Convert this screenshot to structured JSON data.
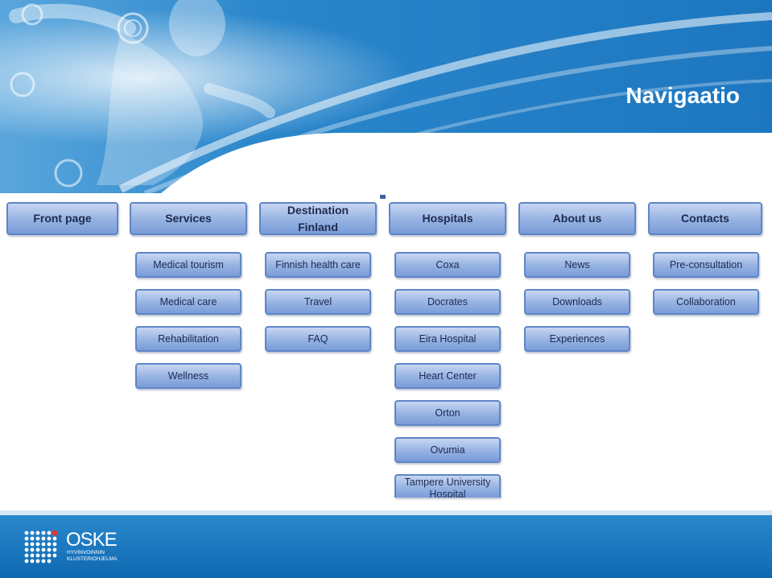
{
  "title": "Navigaatio",
  "columns": [
    {
      "label": "Front page",
      "items": []
    },
    {
      "label": "Services",
      "items": [
        "Medical tourism",
        "Medical care",
        "Rehabilitation",
        "Wellness"
      ]
    },
    {
      "label": "Destination Finland",
      "items": [
        "Finnish health care",
        "Travel",
        "FAQ"
      ]
    },
    {
      "label": "Hospitals",
      "items": [
        "Coxa",
        "Docrates",
        "Eira Hospital",
        "Heart Center",
        "Orton",
        "Ovumia",
        "Tampere University Hospital"
      ]
    },
    {
      "label": "About us",
      "items": [
        "News",
        "Downloads",
        "Experiences"
      ]
    },
    {
      "label": "Contacts",
      "items": [
        "Pre-consultation",
        "Collaboration"
      ]
    }
  ],
  "footer": {
    "logo_name": "OSKE",
    "logo_sub_1": "HYVINVOINNIN",
    "logo_sub_2": "KLUSTERIOHJELMA"
  },
  "colors": {
    "header_blue": "#1f78c1",
    "button_fill": "#95b2e2",
    "button_border": "#5f86c5",
    "footer_blue": "#1a77bf"
  }
}
